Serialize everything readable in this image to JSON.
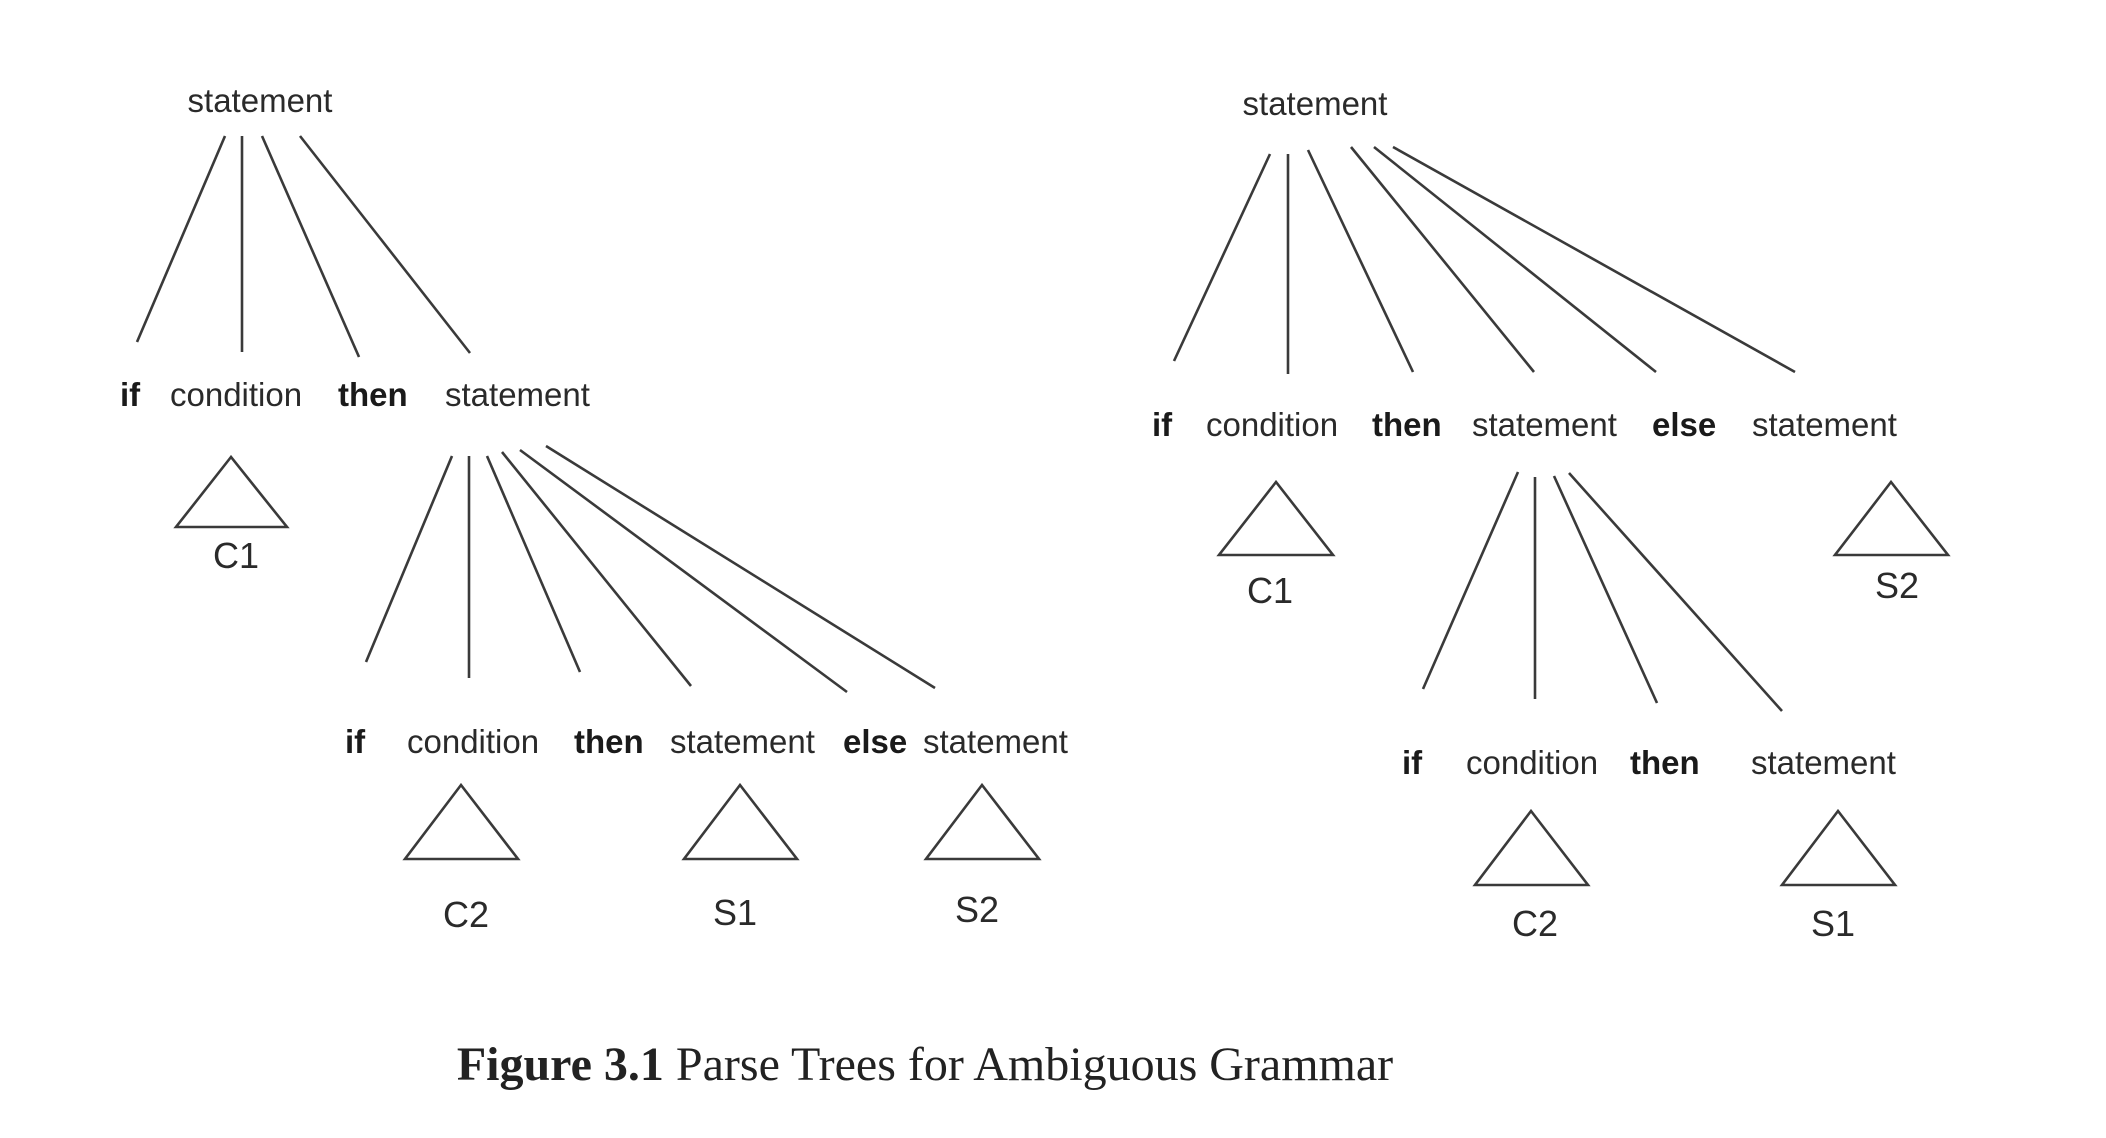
{
  "left_tree": {
    "root": "statement",
    "level1": {
      "if": "if",
      "condition": "condition",
      "then": "then",
      "statement": "statement"
    },
    "c1": "C1",
    "level2": {
      "if": "if",
      "condition": "condition",
      "then": "then",
      "statement1": "statement",
      "else": "else",
      "statement2": "statement"
    },
    "c2": "C2",
    "s1": "S1",
    "s2": "S2"
  },
  "right_tree": {
    "root": "statement",
    "level1": {
      "if": "if",
      "condition": "condition",
      "then": "then",
      "statement1": "statement",
      "else": "else",
      "statement2": "statement"
    },
    "c1": "C1",
    "s2": "S2",
    "level2": {
      "if": "if",
      "condition": "condition",
      "then": "then",
      "statement": "statement"
    },
    "c2": "C2",
    "s1": "S1"
  },
  "caption": {
    "number": "Figure 3.1",
    "text": "Parse Trees for Ambiguous Grammar"
  }
}
